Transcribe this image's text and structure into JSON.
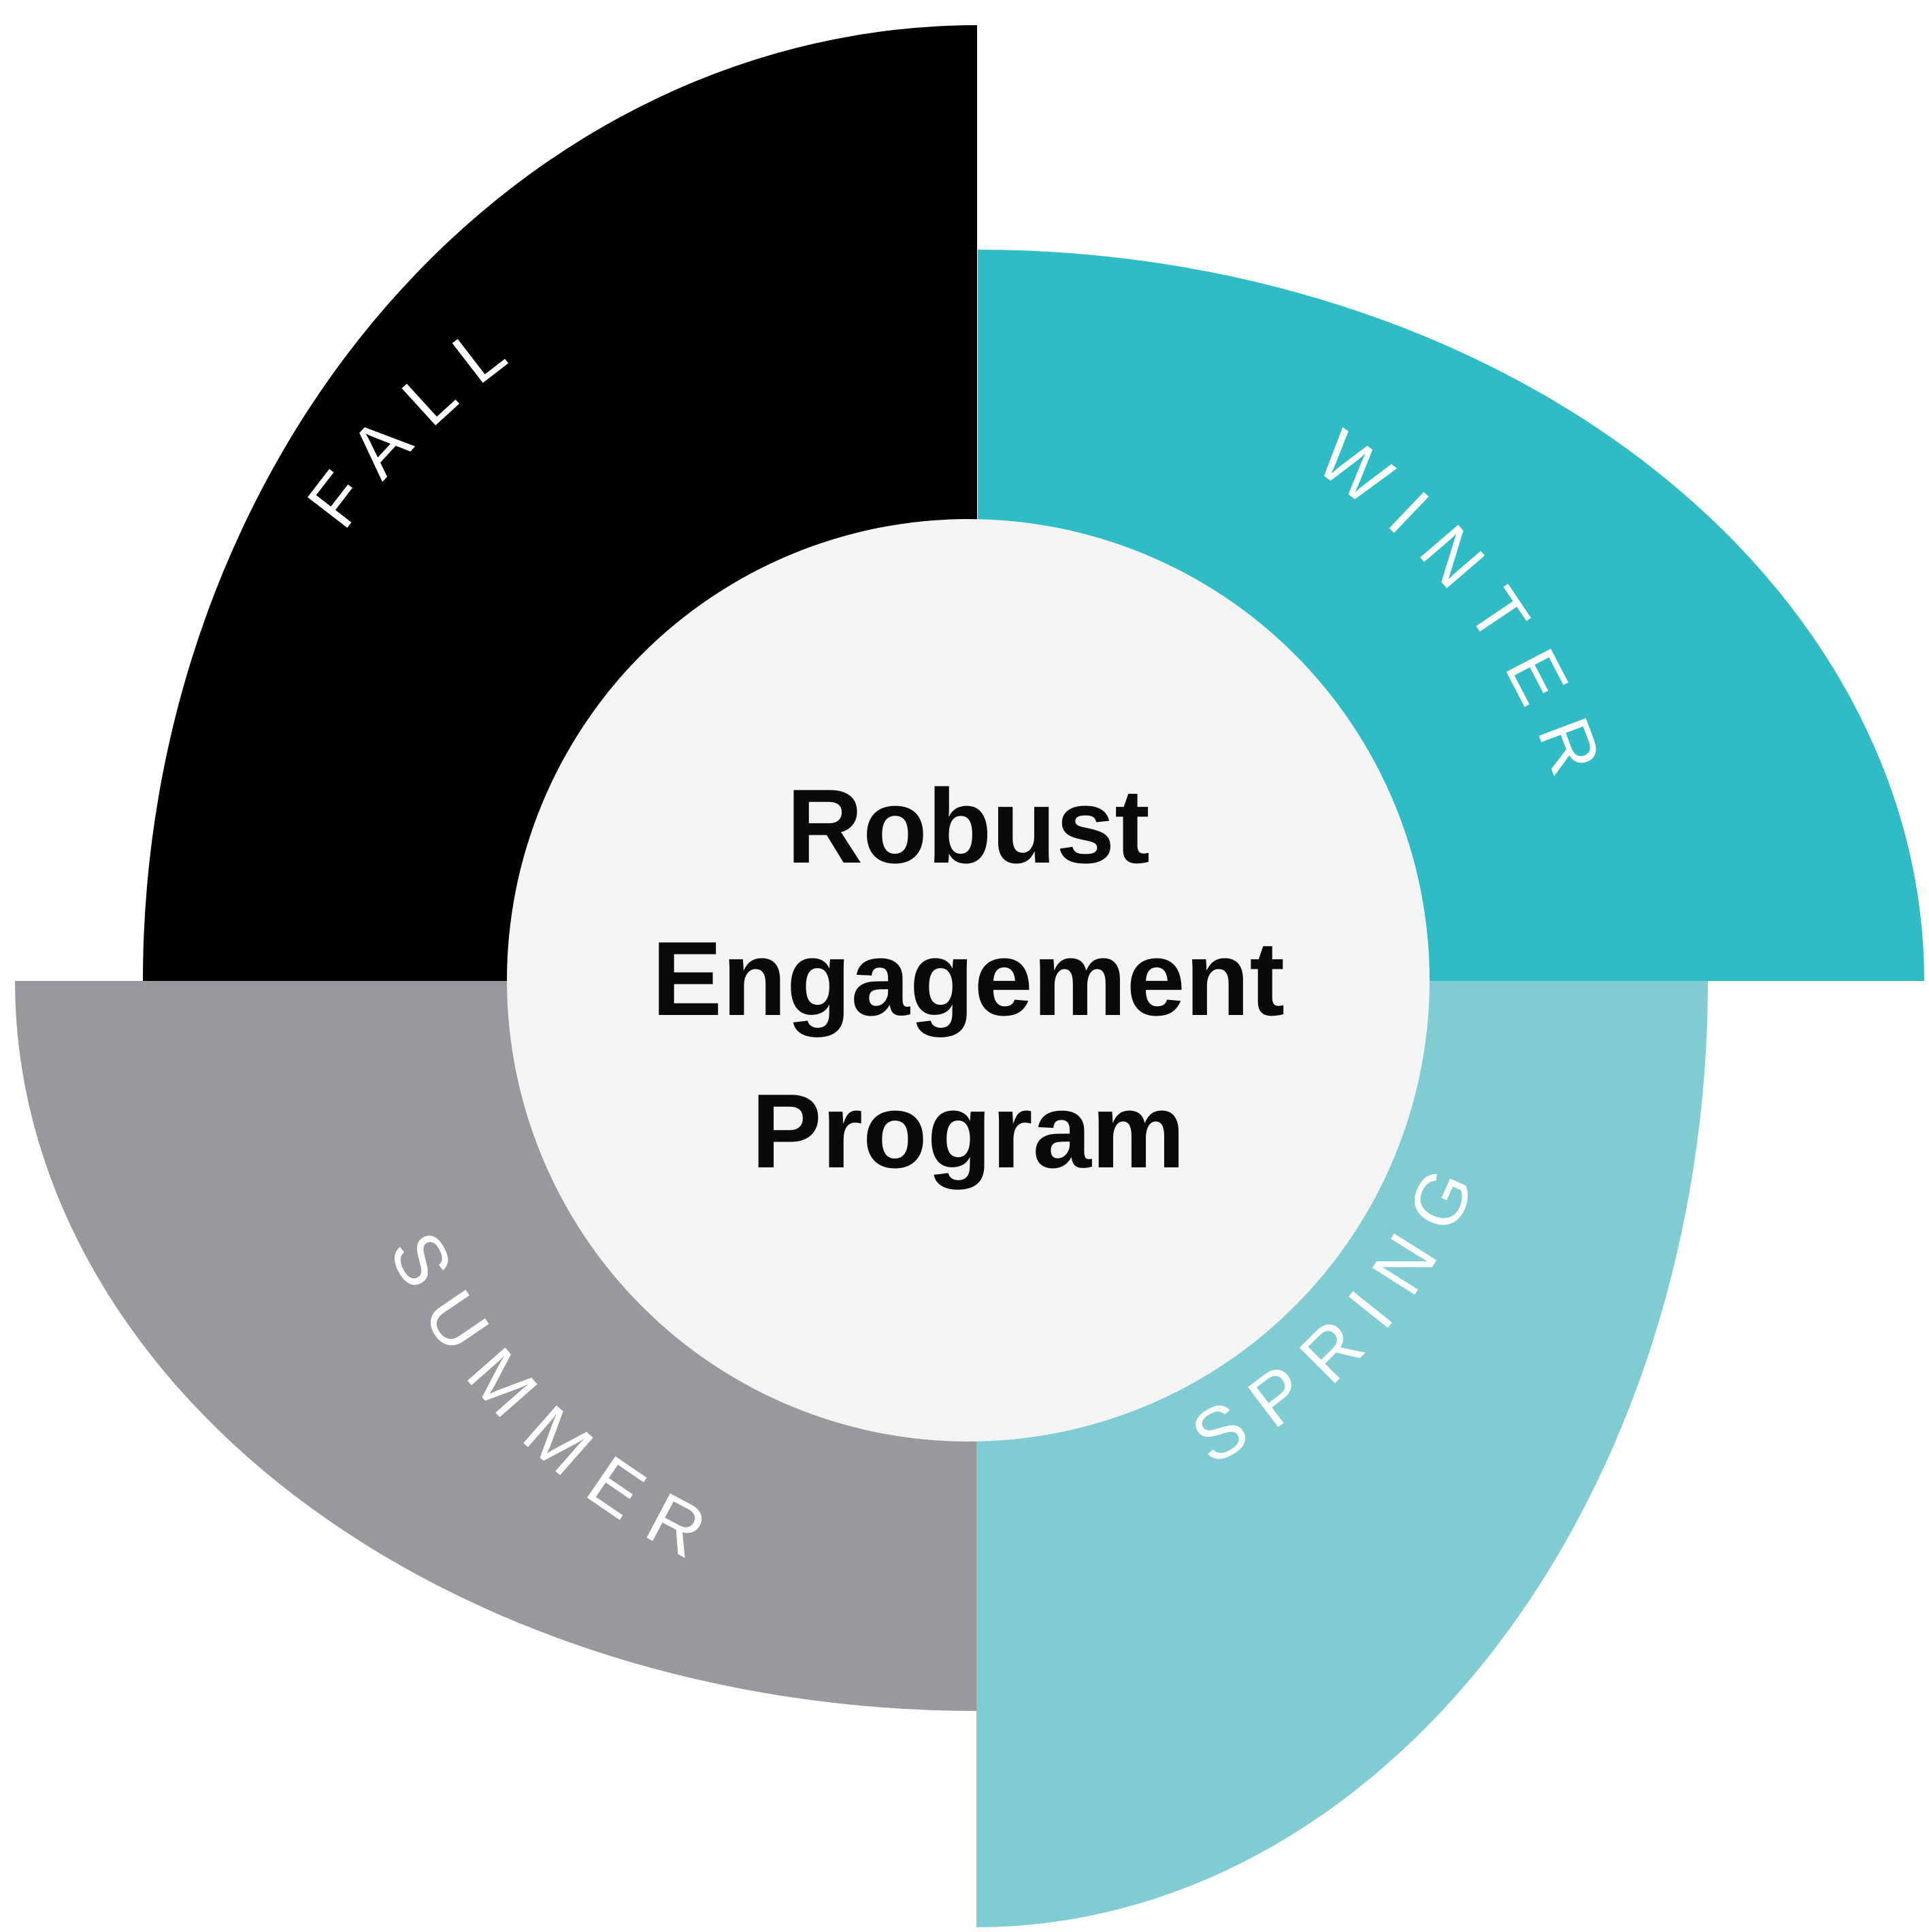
{
  "diagram": {
    "type": "seasonal-cycle-pinwheel",
    "background": "#ffffff",
    "center_circle": {
      "color": "#f4f4f5",
      "text_color": "#0a0a0a",
      "line1": "Robust",
      "line2": "Engagement",
      "line3": "Program"
    },
    "label_color": "#ffffff",
    "segments": [
      {
        "id": "fall",
        "label": "FALL",
        "color": "#000000",
        "position": "top-left"
      },
      {
        "id": "winter",
        "label": "WINTER",
        "color": "#2fbcc4",
        "position": "top-right"
      },
      {
        "id": "spring",
        "label": "SPRING",
        "color": "#7fcdd3",
        "position": "bottom-right"
      },
      {
        "id": "summer",
        "label": "SUMMER",
        "color": "#98989d",
        "position": "bottom-left"
      }
    ]
  }
}
